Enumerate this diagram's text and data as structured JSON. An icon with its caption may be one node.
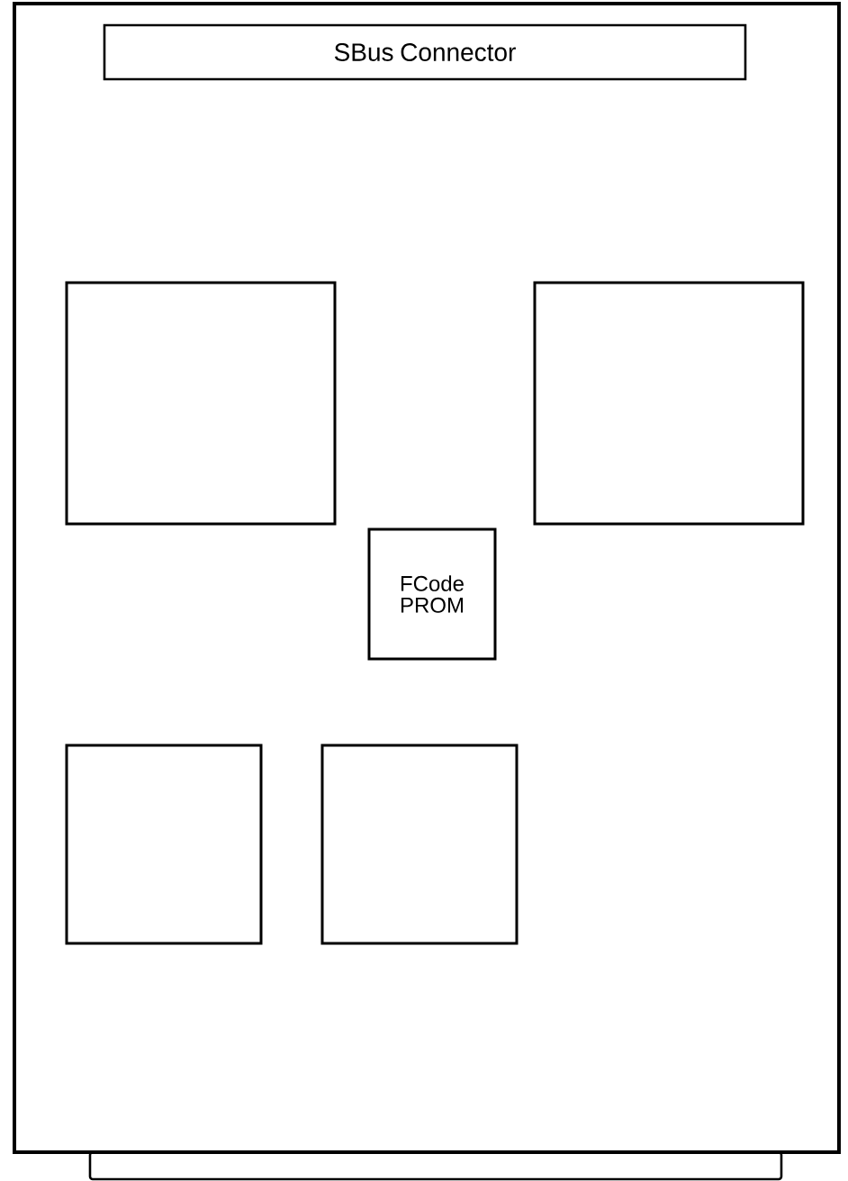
{
  "diagram": {
    "nodes": [
      {
        "text": [],
        "shape": "box"
      },
      {
        "text": [
          "SBus Connector"
        ],
        "in": 0
      },
      {
        "text": [],
        "shape": "box",
        "in": 0
      },
      {
        "text": [],
        "shape": "box",
        "in": 0
      },
      {
        "text": [
          "FCode PROM"
        ],
        "in": 0
      },
      {
        "text": [],
        "shape": "box",
        "in": 0
      },
      {
        "text": [],
        "shape": "box",
        "in": 0
      },
      {
        "text": [],
        "shape": "bar"
      }
    ]
  }
}
